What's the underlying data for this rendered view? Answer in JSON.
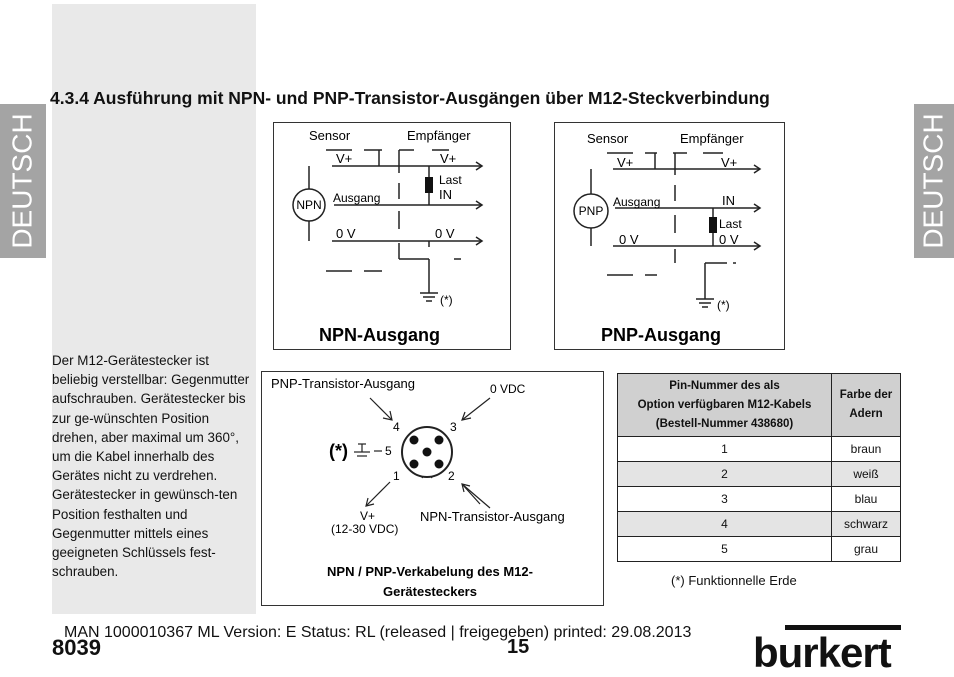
{
  "language_tab": "DEUTSCH",
  "heading": "4.3.4 Ausführung mit NPN- und PNP-Transistor-Ausgängen über M12-Steckverbindung",
  "npn_diagram": {
    "sensor": "Sensor",
    "receiver": "Empfänger",
    "vplus_left": "V+",
    "vplus_right": "V+",
    "element": "NPN",
    "output": "Ausgang",
    "last": "Last",
    "in": "IN",
    "zero_left": "0 V",
    "zero_right": "0 V",
    "ground_note": "(*)",
    "title": "NPN-Ausgang"
  },
  "pnp_diagram": {
    "sensor": "Sensor",
    "receiver": "Empfänger",
    "vplus_left": "V+",
    "vplus_right": "V+",
    "element": "PNP",
    "output": "Ausgang",
    "in": "IN",
    "last": "Last",
    "zero_left": "0 V",
    "zero_right": "0 V",
    "ground_note": "(*)",
    "title": "PNP-Ausgang"
  },
  "side_text": "Der M12-Gerätestecker ist beliebig verstellbar: Gegenmutter aufschrauben. Gerätestecker bis zur ge-wünschten Position drehen, aber maximal um 360°, um die Kabel innerhalb des Gerätes nicht zu verdrehen. Gerätestecker in gewünsch-ten Position festhalten und Gegenmutter mittels eines geeigneten Schlüssels fest-schrauben.",
  "connector": {
    "pnp_label": "PNP-Transistor-Ausgang",
    "zero_vdc": "0 VDC",
    "ground_mark": "(*)",
    "pin1": "1",
    "pin2": "2",
    "pin3": "3",
    "pin4": "4",
    "pin5": "5",
    "vplus": "V+",
    "vplus_range": "(12-30 VDC)",
    "npn_label": "NPN-Transistor-Ausgang",
    "caption_line1": "NPN / PNP-Verkabelung des M12-",
    "caption_line2": "Gerätesteckers"
  },
  "pin_table": {
    "header_col1_line1": "Pin-Nummer des als",
    "header_col1_line2": "Option verfügbaren M12-Kabels",
    "header_col1_line3": "(Bestell-Nummer 438680)",
    "header_col2_line1": "Farbe der",
    "header_col2_line2": "Adern",
    "rows": [
      {
        "pin": "1",
        "color": "braun"
      },
      {
        "pin": "2",
        "color": "weiß"
      },
      {
        "pin": "3",
        "color": "blau"
      },
      {
        "pin": "4",
        "color": "schwarz"
      },
      {
        "pin": "5",
        "color": "grau"
      }
    ],
    "header_bg": "#d0d0d0",
    "shade_bg": "#e4e4e4"
  },
  "footnote": "(*) Funktionnelle Erde",
  "footer": "MAN  1000010367  ML  Version: E Status: RL (released | freigegeben)  printed: 29.08.2013",
  "page_number": "8039",
  "page_mid": "15",
  "brand": "burkert"
}
